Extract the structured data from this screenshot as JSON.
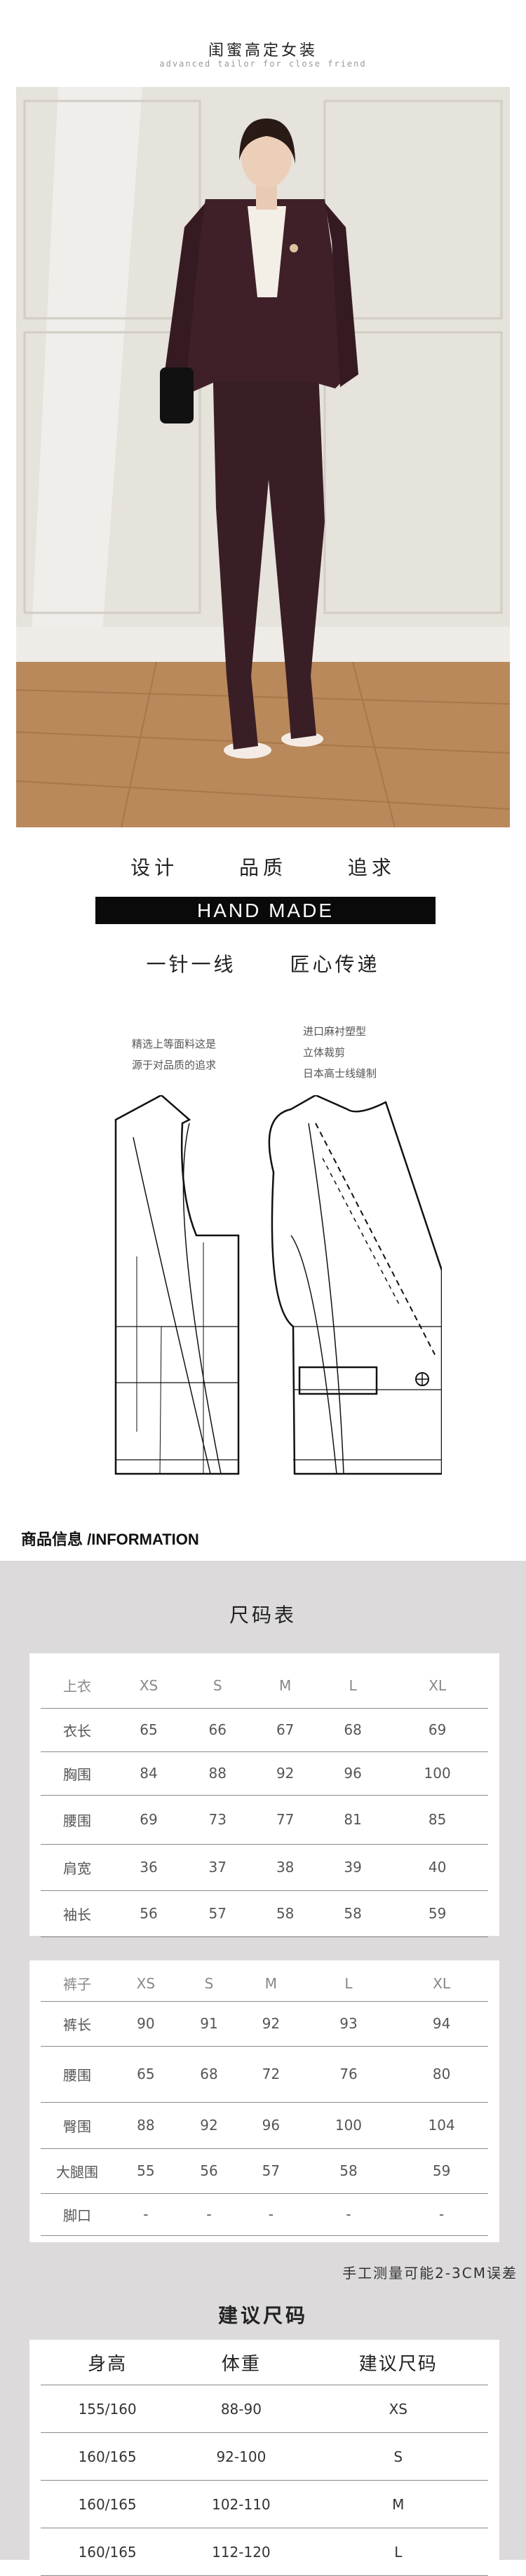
{
  "header": {
    "brand": "闺蜜高定女装",
    "tagline": "advanced tailor for close friend"
  },
  "photo": {
    "subject": "woman in burgundy suit",
    "colors": {
      "wall": "#e4e0da",
      "floor": "#b98a5e",
      "suit": "#3b1f26",
      "blouse": "#f4efe6"
    }
  },
  "slogan": {
    "items": [
      "设计",
      "品质",
      "追求"
    ]
  },
  "handmade": "HAND  MADE",
  "slogan2": {
    "items": [
      "一针一线",
      "匠心传递"
    ]
  },
  "pattern_notes": {
    "left": [
      "精选上等面料这是",
      "源于对品质的追求"
    ],
    "right": [
      "进口麻衬塑型",
      "立体裁剪",
      "日本高士线缝制"
    ]
  },
  "info_title": "商品信息 /INFORMATION",
  "size_chart_title": "尺码表",
  "top_table": {
    "header": [
      "上衣",
      "XS",
      "S",
      "M",
      "L",
      "XL"
    ],
    "rows": [
      [
        "衣长",
        "65",
        "66",
        "67",
        "68",
        "69"
      ],
      [
        "胸围",
        "84",
        "88",
        "92",
        "96",
        "100"
      ],
      [
        "腰围",
        "69",
        "73",
        "77",
        "81",
        "85"
      ],
      [
        "肩宽",
        "36",
        "37",
        "38",
        "39",
        "40"
      ],
      [
        "袖长",
        "56",
        "57",
        "58",
        "58",
        "59"
      ]
    ]
  },
  "pants_table": {
    "header": [
      "裤子",
      "XS",
      "S",
      "M",
      "L",
      "XL"
    ],
    "rows": [
      [
        "裤长",
        "90",
        "91",
        "92",
        "93",
        "94"
      ],
      [
        "腰围",
        "65",
        "68",
        "72",
        "76",
        "80"
      ],
      [
        "臀围",
        "88",
        "92",
        "96",
        "100",
        "104"
      ],
      [
        "大腿围",
        "55",
        "56",
        "57",
        "58",
        "59"
      ],
      [
        "脚口",
        "-",
        "-",
        "-",
        "-",
        "-"
      ]
    ]
  },
  "hand_note": "手工测量可能2-3CM误差",
  "recommend_title": "建议尺码",
  "recommend_table": {
    "header": [
      "身高",
      "体重",
      "建议尺码"
    ],
    "rows": [
      [
        "155/160",
        "88-90",
        "XS"
      ],
      [
        "160/165",
        "92-100",
        "S"
      ],
      [
        "160/165",
        "102-110",
        "M"
      ],
      [
        "160/165",
        "112-120",
        "L"
      ]
    ]
  }
}
